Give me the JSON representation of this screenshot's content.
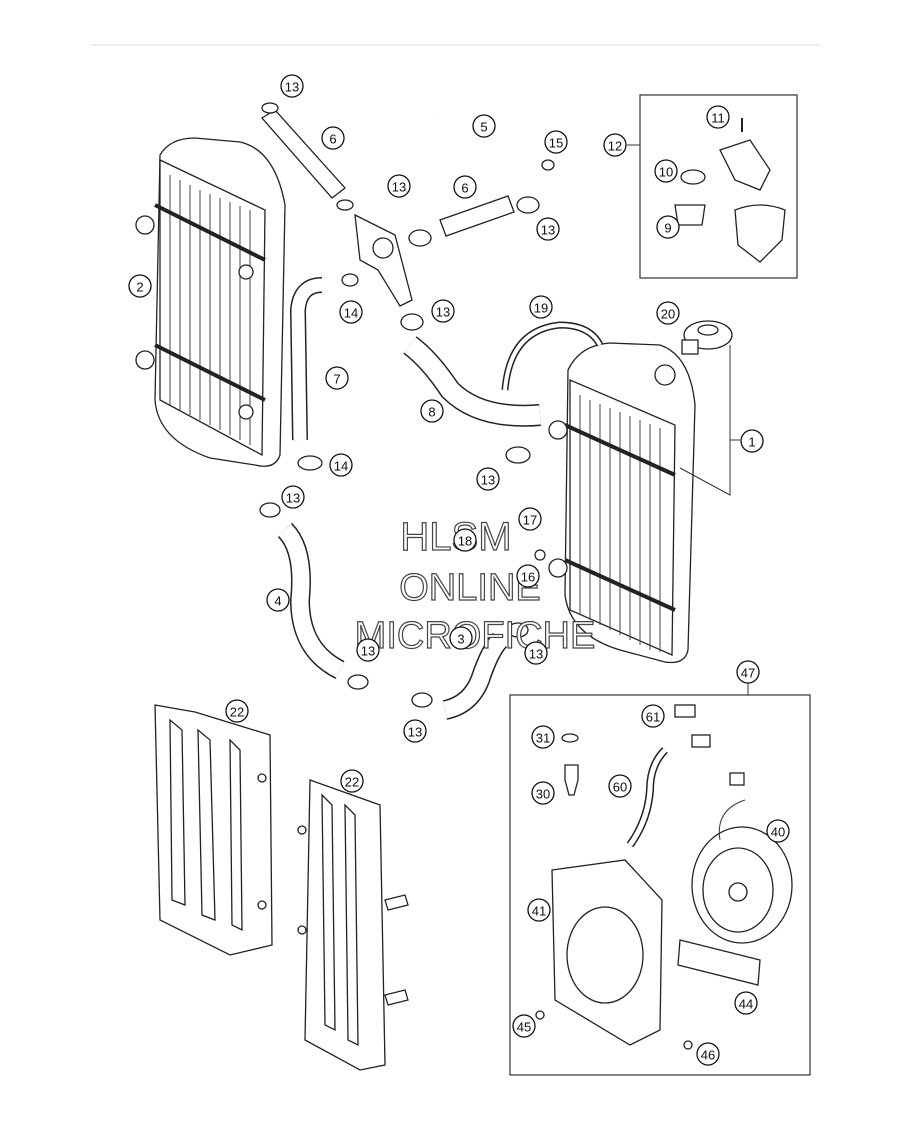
{
  "callouts": [
    {
      "id": "c13a",
      "label": "13"
    },
    {
      "id": "c6a",
      "label": "6"
    },
    {
      "id": "c5",
      "label": "5"
    },
    {
      "id": "c15",
      "label": "15"
    },
    {
      "id": "c12",
      "label": "12"
    },
    {
      "id": "c11",
      "label": "11"
    },
    {
      "id": "c10",
      "label": "10"
    },
    {
      "id": "c9",
      "label": "9"
    },
    {
      "id": "c13b",
      "label": "13"
    },
    {
      "id": "c6b",
      "label": "6"
    },
    {
      "id": "c13c",
      "label": "13"
    },
    {
      "id": "c2",
      "label": "2"
    },
    {
      "id": "c14a",
      "label": "14"
    },
    {
      "id": "c13d",
      "label": "13"
    },
    {
      "id": "c19",
      "label": "19"
    },
    {
      "id": "c20",
      "label": "20"
    },
    {
      "id": "c7",
      "label": "7"
    },
    {
      "id": "c8",
      "label": "8"
    },
    {
      "id": "c1",
      "label": "1"
    },
    {
      "id": "c14b",
      "label": "14"
    },
    {
      "id": "c13e",
      "label": "13"
    },
    {
      "id": "c13f",
      "label": "13"
    },
    {
      "id": "c17",
      "label": "17"
    },
    {
      "id": "c18",
      "label": "18"
    },
    {
      "id": "c16",
      "label": "16"
    },
    {
      "id": "c4",
      "label": "4"
    },
    {
      "id": "c3",
      "label": "3"
    },
    {
      "id": "c13g",
      "label": "13"
    },
    {
      "id": "c13h",
      "label": "13"
    },
    {
      "id": "c47",
      "label": "47"
    },
    {
      "id": "c22a",
      "label": "22"
    },
    {
      "id": "c13i",
      "label": "13"
    },
    {
      "id": "c61",
      "label": "61"
    },
    {
      "id": "c31",
      "label": "31"
    },
    {
      "id": "c22b",
      "label": "22"
    },
    {
      "id": "c30",
      "label": "30"
    },
    {
      "id": "c60",
      "label": "60"
    },
    {
      "id": "c40",
      "label": "40"
    },
    {
      "id": "c41",
      "label": "41"
    },
    {
      "id": "c44",
      "label": "44"
    },
    {
      "id": "c45",
      "label": "45"
    },
    {
      "id": "c46",
      "label": "46"
    }
  ],
  "watermark": {
    "line1": "HLSM",
    "line2": "ONLINE",
    "line3": "MICROFICHE"
  }
}
